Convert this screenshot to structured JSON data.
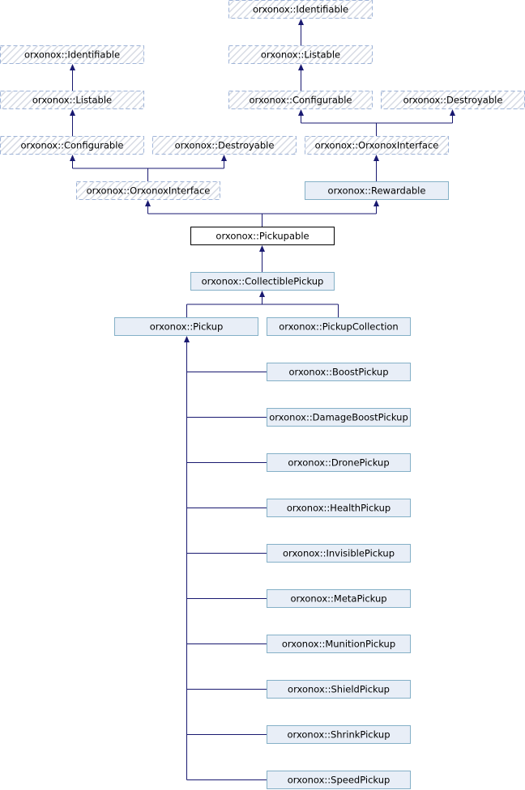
{
  "colors": {
    "edge": "#191970",
    "box_border": "#84b0c7",
    "box_fill": "#e8eef7",
    "hatch_border": "#9fb4d8",
    "hatch_stripe": "#d7dbe4",
    "focus_border": "#000000",
    "focus_fill": "#ffffff"
  },
  "nodes": {
    "identifiable_left": "orxonox::Identifiable",
    "listable_left": "orxonox::Listable",
    "configurable_left": "orxonox::Configurable",
    "destroyable_left": "orxonox::Destroyable",
    "orxonoxinterface_left": "orxonox::OrxonoxInterface",
    "identifiable_right": "orxonox::Identifiable",
    "listable_right": "orxonox::Listable",
    "configurable_right": "orxonox::Configurable",
    "destroyable_right": "orxonox::Destroyable",
    "orxonoxinterface_right": "orxonox::OrxonoxInterface",
    "rewardable": "orxonox::Rewardable",
    "pickupable": "orxonox::Pickupable",
    "collectiblepickup": "orxonox::CollectiblePickup",
    "pickup": "orxonox::Pickup",
    "pickupcollection": "orxonox::PickupCollection",
    "boostpickup": "orxonox::BoostPickup",
    "damageboostpickup": "orxonox::DamageBoostPickup",
    "dronepickup": "orxonox::DronePickup",
    "healthpickup": "orxonox::HealthPickup",
    "invisiblepickup": "orxonox::InvisiblePickup",
    "metapickup": "orxonox::MetaPickup",
    "munitionpickup": "orxonox::MunitionPickup",
    "shieldpickup": "orxonox::ShieldPickup",
    "shrinkpickup": "orxonox::ShrinkPickup",
    "speedpickup": "orxonox::SpeedPickup"
  }
}
